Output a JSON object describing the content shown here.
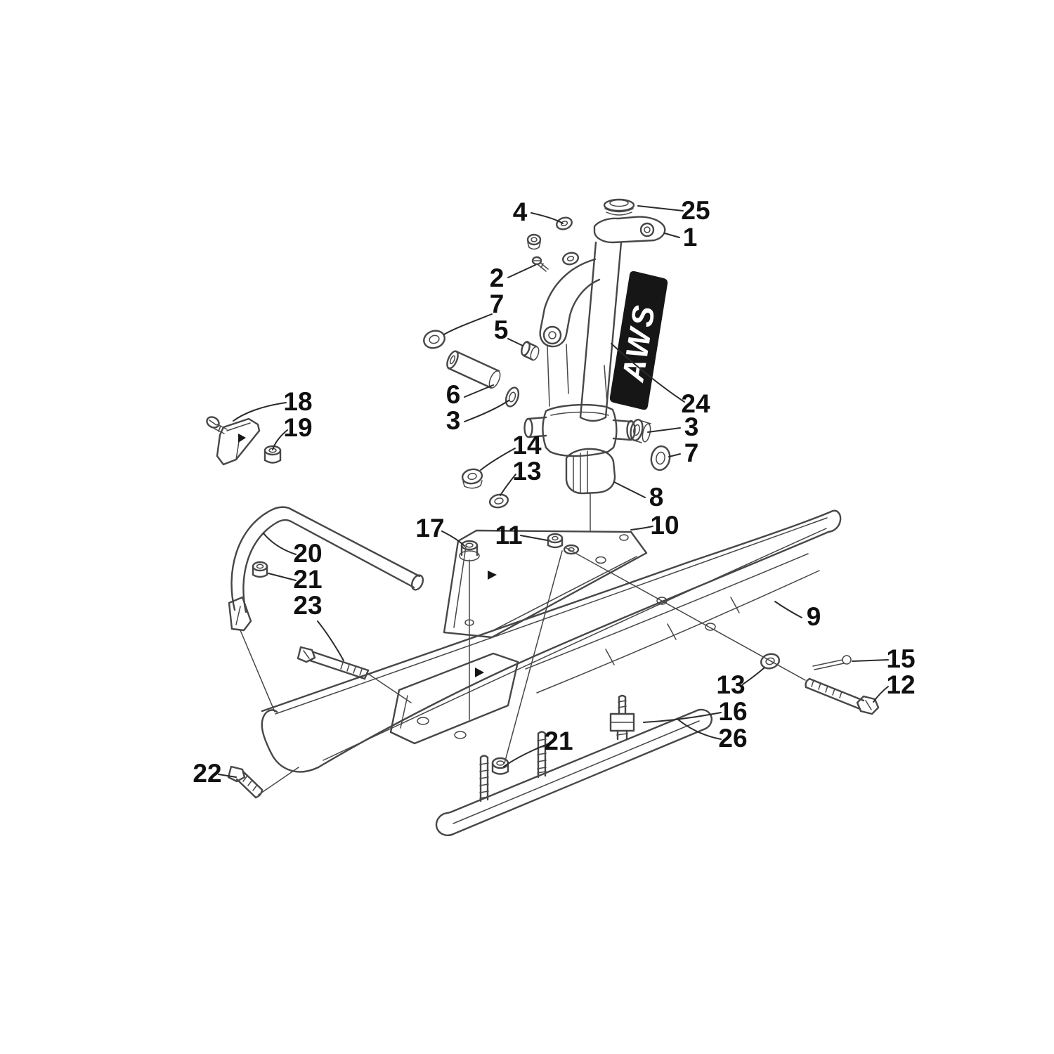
{
  "figure": {
    "type": "exploded-parts-diagram",
    "background": "#ffffff",
    "line_color": "#474747",
    "callout_color": "#101010",
    "decal": {
      "label": "AWS",
      "background": "#161616",
      "text_color": "#ffffff"
    },
    "callouts": [
      {
        "label": "4"
      },
      {
        "label": "25"
      },
      {
        "label": "1"
      },
      {
        "label": "2"
      },
      {
        "label": "7"
      },
      {
        "label": "5"
      },
      {
        "label": "6"
      },
      {
        "label": "3"
      },
      {
        "label": "18"
      },
      {
        "label": "19"
      },
      {
        "label": "24"
      },
      {
        "label": "3"
      },
      {
        "label": "7"
      },
      {
        "label": "14"
      },
      {
        "label": "13"
      },
      {
        "label": "8"
      },
      {
        "label": "10"
      },
      {
        "label": "17"
      },
      {
        "label": "11"
      },
      {
        "label": "20"
      },
      {
        "label": "21"
      },
      {
        "label": "23"
      },
      {
        "label": "9"
      },
      {
        "label": "15"
      },
      {
        "label": "12"
      },
      {
        "label": "13"
      },
      {
        "label": "16"
      },
      {
        "label": "26"
      },
      {
        "label": "21"
      },
      {
        "label": "22"
      }
    ]
  }
}
